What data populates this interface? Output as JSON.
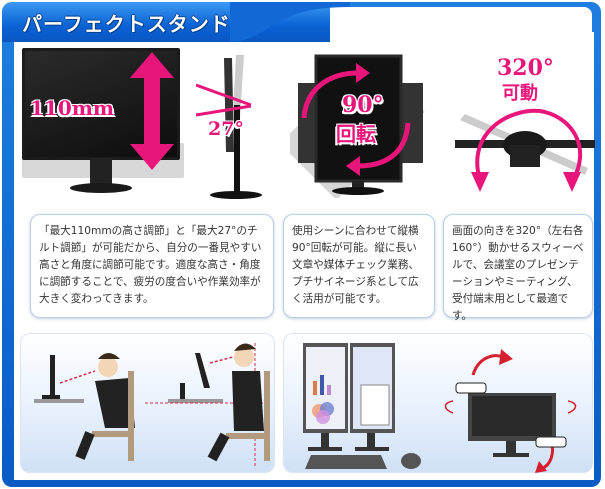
{
  "header": {
    "title": "パーフェクトスタンド"
  },
  "features": [
    {
      "id": "height",
      "label_main": "110mm",
      "label_sub": "27°",
      "description": "「最大110mmの高さ調節」と「最大27°のチルト調節」が可能だから、自分の一番見やすい高さと角度に調節可能です。適度な高さ・角度に調節することで、疲労の度合いや作業効率が大きく変わってきます。"
    },
    {
      "id": "pivot",
      "label_main": "90°",
      "label_sub": "回転",
      "description": "使用シーンに合わせて縦横90°回転が可能。縦に長い文章や媒体チェック業務、プチサイネージ系として広く活用が可能です。"
    },
    {
      "id": "swivel",
      "label_main": "320°",
      "label_sub": "可動",
      "description": "画面の向きを320°（左右各160°）動かせるスウィーベルで、会議室のプレゼンテーションやミーティング、受付端末用として最適です。"
    }
  ],
  "illustrations": [
    {
      "id": "posture-bad",
      "alt": "slouching posture illustration"
    },
    {
      "id": "posture-good",
      "alt": "correct posture illustration"
    },
    {
      "id": "portrait-monitors",
      "alt": "dual portrait monitors illustration"
    },
    {
      "id": "swivel-hands",
      "alt": "hands rotating monitor illustration"
    }
  ],
  "colors": {
    "frame_blue": "#0a5bc4",
    "accent_pink": "#e8157a",
    "card_border": "#b9cfe6"
  }
}
